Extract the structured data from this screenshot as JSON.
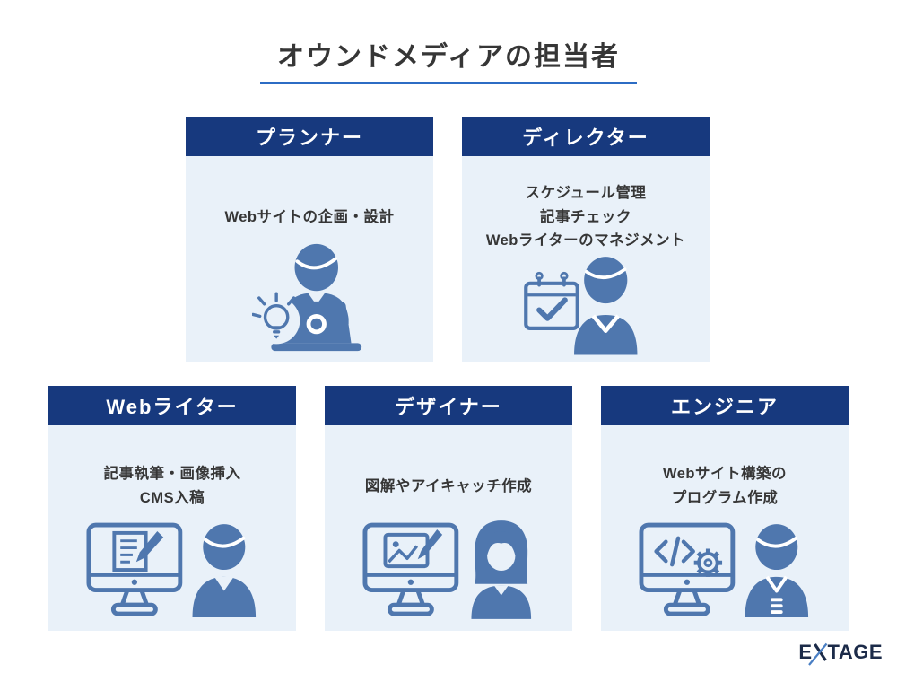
{
  "page": {
    "title": "オウンドメディアの担当者"
  },
  "colors": {
    "header-navy": "#17397e",
    "body-light": "#e9f1f9",
    "icon-blue": "#4f77ae",
    "accent-blue": "#2c6cc4",
    "text-dark": "#363636",
    "logo-navy": "#1c2b49",
    "logo-slash": "#4a7fc4"
  },
  "cards": [
    {
      "id": "planner",
      "title": "プランナー",
      "lines": [
        "Webサイトの企画・設計"
      ],
      "icon": "person-laptop-lightbulb-icon"
    },
    {
      "id": "director",
      "title": "ディレクター",
      "lines": [
        "スケジュール管理",
        "記事チェック",
        "Webライターのマネジメント"
      ],
      "icon": "calendar-check-person-icon"
    },
    {
      "id": "web-writer",
      "title": "Webライター",
      "lines": [
        "記事執筆・画像挿入",
        "CMS入稿"
      ],
      "icon": "monitor-document-pencil-icon person-icon"
    },
    {
      "id": "designer",
      "title": "デザイナー",
      "lines": [
        "図解やアイキャッチ作成"
      ],
      "icon": "monitor-image-brush-icon female-person-icon"
    },
    {
      "id": "engineer",
      "title": "エンジニア",
      "lines": [
        "Webサイト構築の",
        "プログラム作成"
      ],
      "icon": "monitor-code-gear-icon person-icon"
    }
  ],
  "logo": {
    "prefix": "E",
    "suffix": "TAGE",
    "full": "EXTAGE"
  }
}
